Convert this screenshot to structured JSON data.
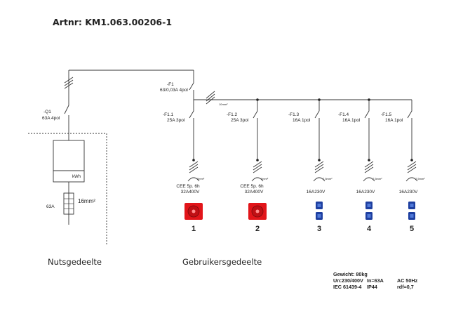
{
  "title": "Artnr: KM1.063.00206-1",
  "main_switch": {
    "label": "-Q1",
    "rating": "63A 4pol"
  },
  "meter": {
    "unit": "kWh",
    "fuse": "63A",
    "cable": "16mm²"
  },
  "main_breaker": {
    "label": "-F1",
    "rating": "63/0,03A 4pol",
    "cable": "10mm²"
  },
  "circuits": [
    {
      "label": "-F1.1",
      "rating": "25A 3pol",
      "socket_line1": "CEE 5p. 6h",
      "socket_line2": "32A400V",
      "cable": "6mm²",
      "number": "1",
      "socket_type": "cee",
      "color": "#e2151a"
    },
    {
      "label": "-F1.2",
      "rating": "25A 3pol",
      "socket_line1": "CEE 5p. 6h",
      "socket_line2": "32A400V",
      "cable": "6mm²",
      "number": "2",
      "socket_type": "cee",
      "color": "#e2151a"
    },
    {
      "label": "-F1.3",
      "rating": "16A 1pol",
      "socket_line1": "",
      "socket_line2": "16A230V",
      "cable": "2,5mm²",
      "number": "3",
      "socket_type": "schuko",
      "color": "#1e3fa0"
    },
    {
      "label": "-F1.4",
      "rating": "16A 1pol",
      "socket_line1": "",
      "socket_line2": "16A230V",
      "cable": "2,5mm²",
      "number": "4",
      "socket_type": "schuko",
      "color": "#1e3fa0"
    },
    {
      "label": "-F1.5",
      "rating": "16A 1pol",
      "socket_line1": "",
      "socket_line2": "16A230V",
      "cable": "2,5mm²",
      "number": "5",
      "socket_type": "schuko",
      "color": "#1e3fa0"
    }
  ],
  "sections": {
    "left": "Nutsgedeelte",
    "right": "Gebruikersgedeelte"
  },
  "specs": {
    "weight": "Gewicht: 80kg",
    "voltage": "Un:230/400V",
    "current": "In=63A",
    "frequency": "AC 50Hz",
    "standard": "IEC 61439-4",
    "ip": "IP44",
    "rdf": "rdf=0,7"
  }
}
